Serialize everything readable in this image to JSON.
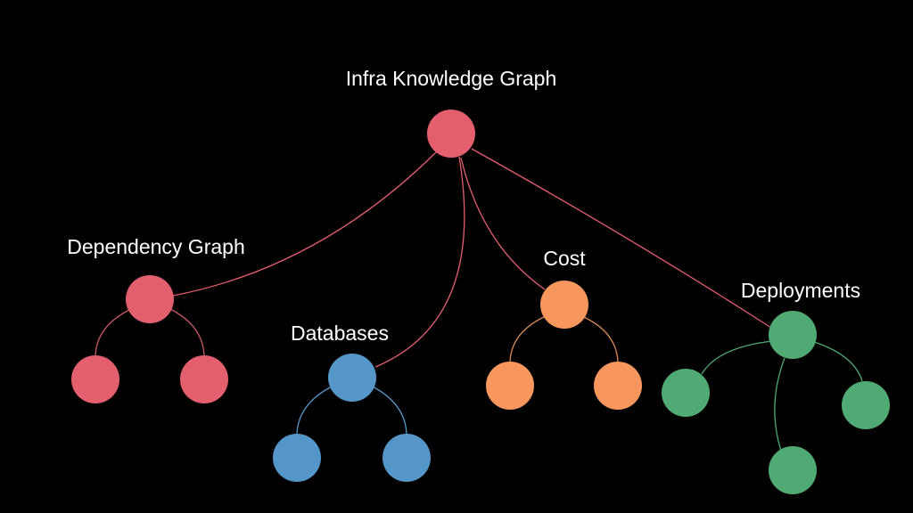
{
  "diagram": {
    "root": {
      "label": "Infra Knowledge Graph",
      "color": "#e35f6e",
      "edge_color": "#e35f6e"
    },
    "branches": [
      {
        "key": "dependency",
        "label": "Dependency Graph",
        "color": "#e35f6e",
        "edge_color": "#c65a63",
        "children": 2
      },
      {
        "key": "databases",
        "label": "Databases",
        "color": "#5596c8",
        "edge_color": "#5596c8",
        "children": 2
      },
      {
        "key": "cost",
        "label": "Cost",
        "color": "#f7975d",
        "edge_color": "#d98a59",
        "children": 2
      },
      {
        "key": "deployments",
        "label": "Deployments",
        "color": "#4fab73",
        "edge_color": "#4fab73",
        "children": 3
      }
    ]
  }
}
